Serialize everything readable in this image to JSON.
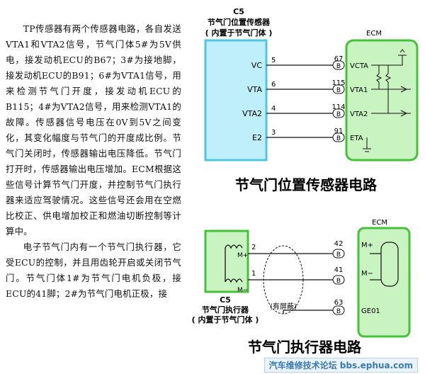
{
  "left_text": {
    "paragraph1": "TP传感器有两个传感器电路，各自发送VTA1和VTA2信号，节气门体5#为5V供电，接发动机ECU的B67；3#为接地脚，接发动机ECU的B91；6#为VTA1信号，用来检测节气门开度，接发动机ECU的B115；4#为VTA2信号，用来检测VTA1的故障。传感器信号电压在0V到5V之间变化，其变化幅度与节气门的开度成比例。节气门关闭时，传感器输出电压降低。节气门打开时，传感器输出电压增加。ECM根据这些信号计算节气门开度，并控制节气门执行器来适应驾驶情况。这些信号还会用在空燃比校正、供电增加校正和燃油切断控制等计算中。",
    "paragraph2": "电子节气门内有一个节气门执行器，它受ECU的控制，并且用齿轮开启或关闭节气门。节气门体1#为节气门电机负极，接ECU的41脚；2#为节气门电机正极，接"
  },
  "diagram1": {
    "component_code": "C5",
    "component_name": "节气门位置传感器",
    "component_note": "( 内置于节气门体 )",
    "ecm_label": "ECM",
    "caption": "节气门位置传感器电路",
    "connector_letter": "B",
    "pins": [
      {
        "name": "VC",
        "pin": "5",
        "ecm_pin": "67",
        "ecm_name": "VCTA"
      },
      {
        "name": "VTA",
        "pin": "6",
        "ecm_pin": "115",
        "ecm_name": "VTA1"
      },
      {
        "name": "VTA2",
        "pin": "4",
        "ecm_pin": "114",
        "ecm_name": "VTA2"
      },
      {
        "name": "E2",
        "pin": "3",
        "ecm_pin": "91",
        "ecm_name": "ETA"
      }
    ]
  },
  "diagram2": {
    "ecm_label": "ECM",
    "component_code": "C5",
    "component_name": "节气门执行器",
    "component_note": "( 内置于节气门体 )",
    "shield_label": "(有屏蔽)",
    "caption": "节气门执行器电路",
    "connector_letter": "B",
    "motor_plus": "M+",
    "motor_minus": "M−",
    "pins": [
      {
        "pin": "2",
        "ecm_pin": "42",
        "ecm_name": "M+"
      },
      {
        "pin": "1",
        "ecm_pin": "41",
        "ecm_name": "M−"
      },
      {
        "pin": "",
        "ecm_pin": "63",
        "ecm_name": "GE01"
      }
    ]
  },
  "footer": {
    "watermark": "汽车维修技术论坛 bbs.ephua.com"
  },
  "colors": {
    "sensor_fill": "#bfeffa",
    "sensor_stroke": "#4fc6df",
    "ecm_fill": "#c9f3c0",
    "ecm_stroke": "#45c23a",
    "wire": "#111111"
  }
}
